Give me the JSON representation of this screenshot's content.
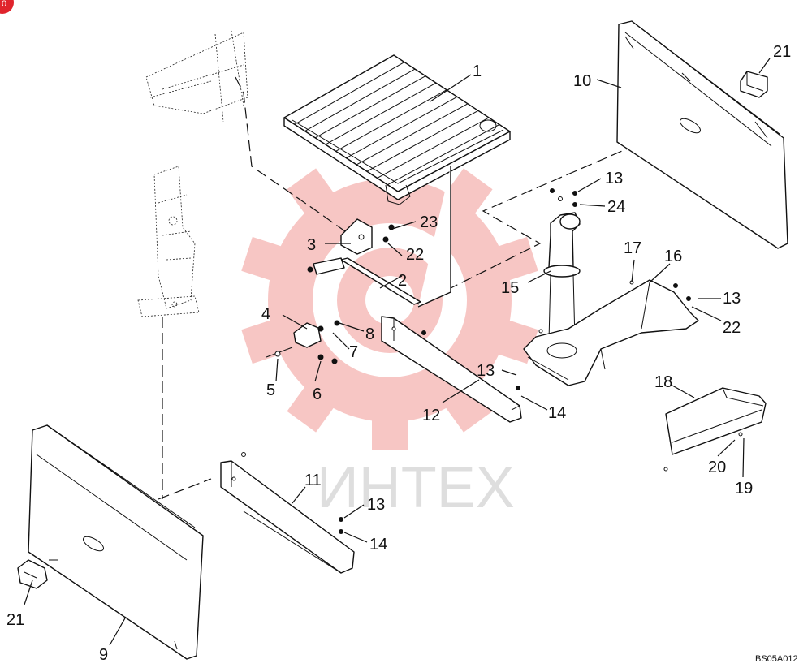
{
  "watermark": {
    "text": "ИНТЕХ",
    "color": "#e8473f"
  },
  "drawing_code": "BS05A012",
  "badge": {
    "text": "0",
    "color": "#e0242c"
  },
  "callouts": [
    {
      "id": "c1",
      "label": "1"
    },
    {
      "id": "c2",
      "label": "2"
    },
    {
      "id": "c3",
      "label": "3"
    },
    {
      "id": "c4",
      "label": "4"
    },
    {
      "id": "c5",
      "label": "5"
    },
    {
      "id": "c6",
      "label": "6"
    },
    {
      "id": "c7",
      "label": "7"
    },
    {
      "id": "c8",
      "label": "8"
    },
    {
      "id": "c9",
      "label": "9"
    },
    {
      "id": "c10",
      "label": "10"
    },
    {
      "id": "c11",
      "label": "11"
    },
    {
      "id": "c12",
      "label": "12"
    },
    {
      "id": "c13a",
      "label": "13"
    },
    {
      "id": "c13b",
      "label": "13"
    },
    {
      "id": "c13c",
      "label": "13"
    },
    {
      "id": "c13d",
      "label": "13"
    },
    {
      "id": "c14a",
      "label": "14"
    },
    {
      "id": "c14b",
      "label": "14"
    },
    {
      "id": "c15",
      "label": "15"
    },
    {
      "id": "c16",
      "label": "16"
    },
    {
      "id": "c17",
      "label": "17"
    },
    {
      "id": "c18",
      "label": "18"
    },
    {
      "id": "c19",
      "label": "19"
    },
    {
      "id": "c20",
      "label": "20"
    },
    {
      "id": "c21a",
      "label": "21"
    },
    {
      "id": "c21b",
      "label": "21"
    },
    {
      "id": "c22a",
      "label": "22"
    },
    {
      "id": "c22b",
      "label": "22"
    },
    {
      "id": "c23",
      "label": "23"
    },
    {
      "id": "c24",
      "label": "24"
    }
  ]
}
